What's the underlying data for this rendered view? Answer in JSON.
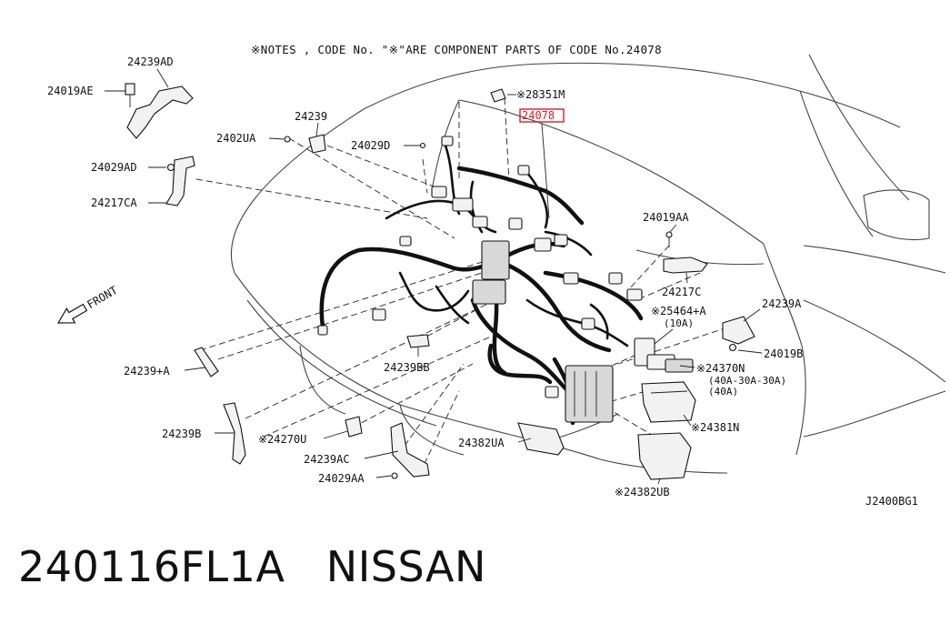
{
  "notes": "※NOTES , CODE No. \"※\"ARE COMPONENT PARTS  OF CODE No.24078",
  "front_label": "FRONT",
  "diagram_id": "J2400BG1",
  "caption": "240116FL1A   NISSAN",
  "highlight_color": "#d32027",
  "labels": {
    "p24239AD": "24239AD",
    "p24019AE": "24019AE",
    "p24029AD": "24029AD",
    "p24217CA": "24217CA",
    "p24239": "24239",
    "p2402UA": "2402UA",
    "p24029D": "24029D",
    "p28351M": "※28351M",
    "p24078": "24078",
    "p24019AA": "24019AA",
    "p24217C": "24217C",
    "p25464A": "※25464+A",
    "p25464A_sub": "(10A)",
    "p24239A": "24239A",
    "p24019B": "24019B",
    "p24370N": "※24370N",
    "p24370N_sub1": "(40A-30A-30A)",
    "p24370N_sub2": "(40A)",
    "p24381N": "※24381N",
    "p24382UA": "24382UA",
    "p24382UB": "※24382UB",
    "p24239plusA": "24239+A",
    "p24239BB": "24239BB",
    "p24239B": "24239B",
    "p24270U": "※24270U",
    "p24239AC": "24239AC",
    "p24029AA": "24029AA"
  }
}
